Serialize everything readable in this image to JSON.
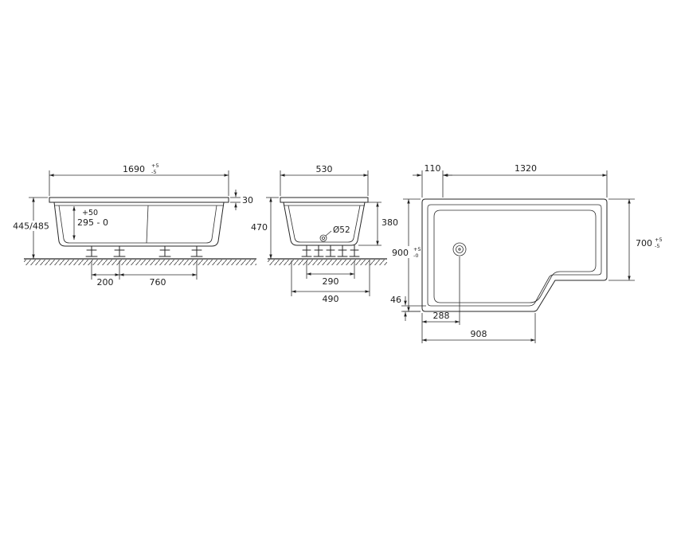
{
  "drawing": {
    "side_view": {
      "length": "1690",
      "length_tol_up": "+5",
      "length_tol_dn": "-5",
      "overall_height": "445/485",
      "rim_height": "30",
      "depth_tol": "+50",
      "depth": "295 - 0",
      "foot_offset": "200",
      "foot_spacing": "760"
    },
    "end_view": {
      "width": "530",
      "height": "470",
      "inner_depth": "380",
      "drain_diameter": "Ø52",
      "foot_span_inner": "290",
      "foot_span_outer": "490"
    },
    "plan_view": {
      "segment_left": "110",
      "segment_right": "1320",
      "width_left": "900",
      "width_left_tol_up": "+5",
      "width_left_tol_dn": "-0",
      "width_right": "700",
      "width_right_tol_up": "+5",
      "width_right_tol_dn": "-5",
      "step": "46",
      "drain_offset": "288",
      "bottom_length": "908"
    }
  }
}
